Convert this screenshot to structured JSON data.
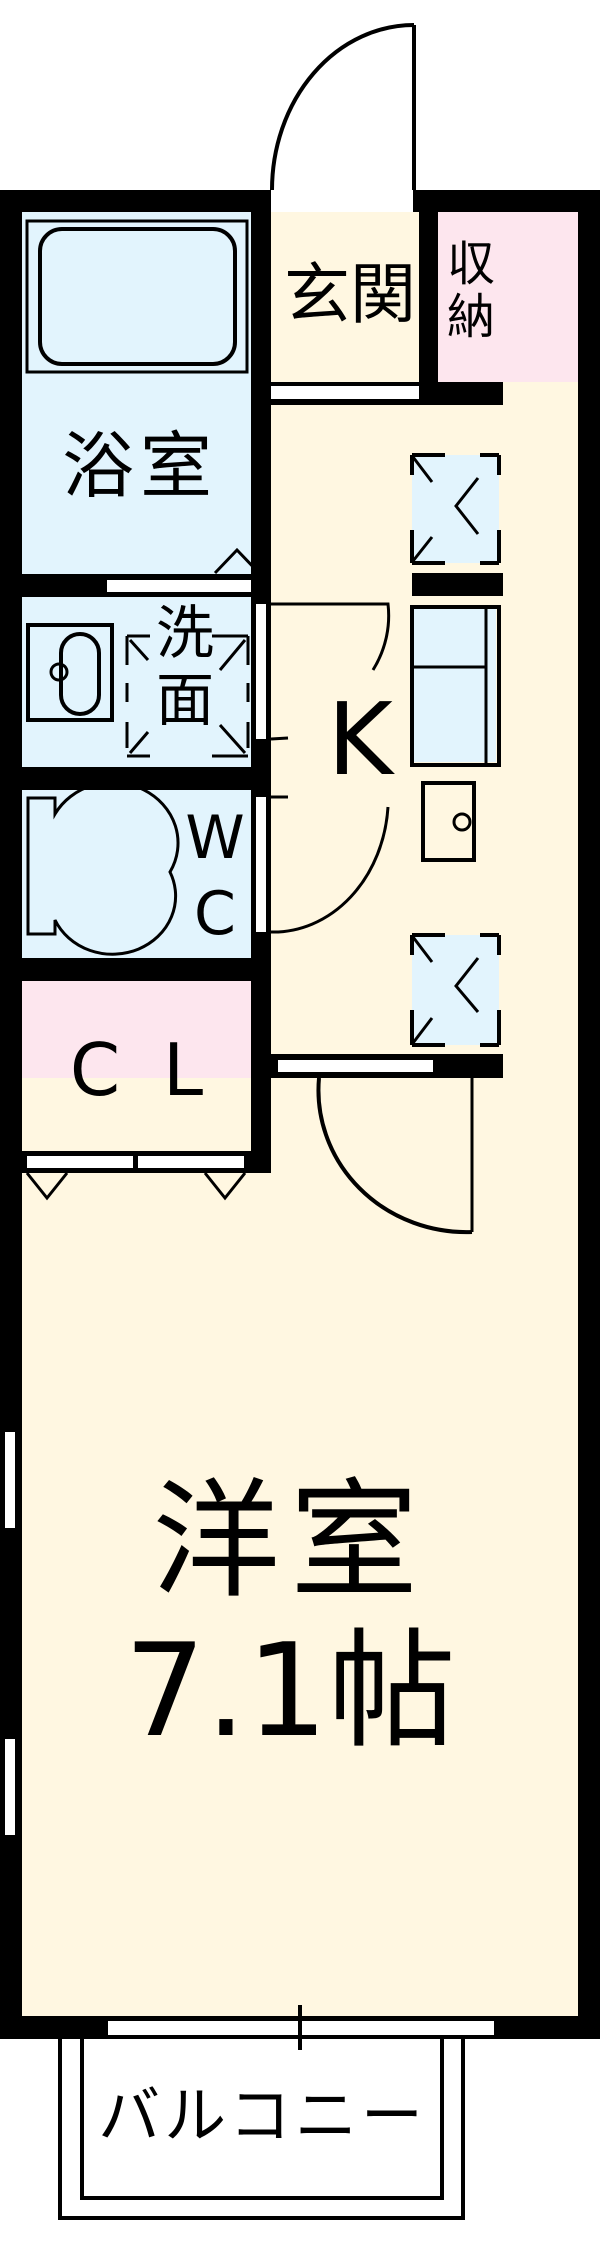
{
  "floor_plan": {
    "colors": {
      "wet_area": "#e2f4fd",
      "living_area": "#fff7e1",
      "storage": "#fde6ee",
      "wall": "#000000",
      "background": "#ffffff"
    },
    "rooms": {
      "bathroom": {
        "label": "浴室"
      },
      "entrance": {
        "label": "玄関"
      },
      "storage": {
        "label": "収納"
      },
      "washroom": {
        "label": "洗面"
      },
      "kitchen": {
        "label": "K"
      },
      "toilet": {
        "label_line1": "W",
        "label_line2": "C"
      },
      "closet": {
        "label": "C L"
      },
      "western_room": {
        "label": "洋室",
        "size": "7.1帖"
      },
      "balcony": {
        "label": "バルコニー"
      }
    }
  }
}
